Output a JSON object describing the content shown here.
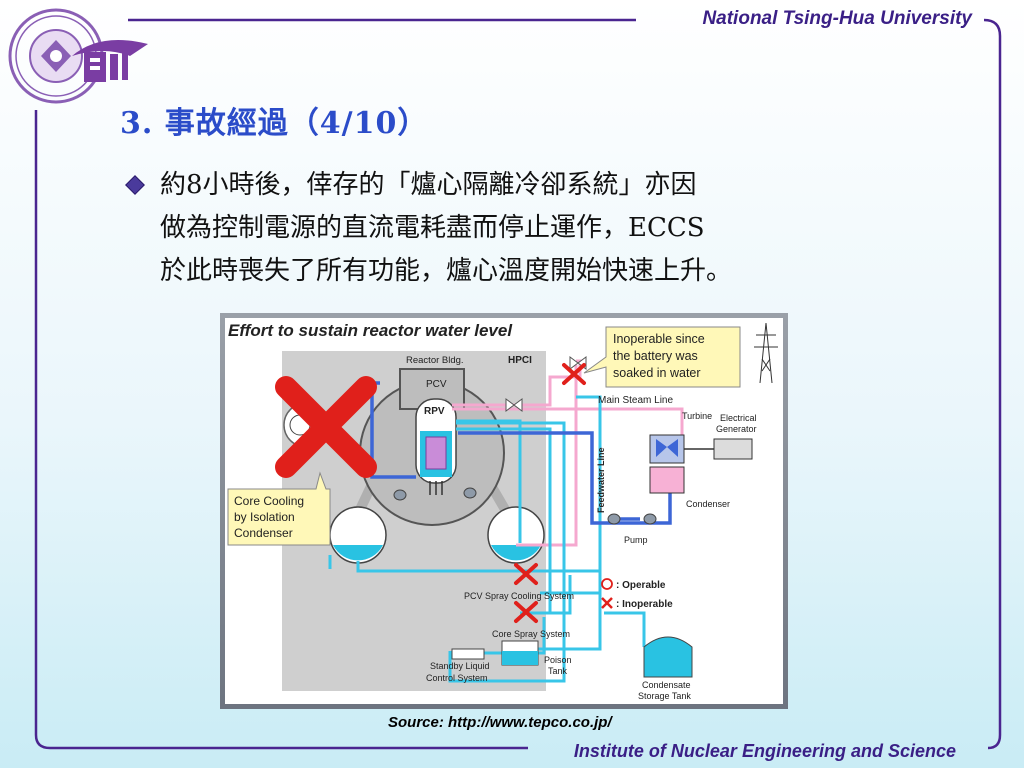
{
  "header": {
    "institution": "National Tsing-Hua University"
  },
  "footer": {
    "institute": "Institute of Nuclear Engineering and Science"
  },
  "slide": {
    "title": "3. 事故經過（4/10）",
    "bullet_lines": [
      "約8小時後，倖存的「爐心隔離冷卻系統」亦因",
      "做為控制電源的直流電耗盡而停止運作，ECCS",
      "於此時喪失了所有功能，爐心溫度開始快速上升。"
    ],
    "source": "Source: http://www.tepco.co.jp/"
  },
  "diagram": {
    "title": "Effort to sustain reactor water level",
    "labels": {
      "reactor_bldg": "Reactor Bldg.",
      "hpci": "HPCI",
      "pcv": "PCV",
      "rpv": "RPV",
      "main_steam_line": "Main Steam Line",
      "turbine": "Turbine",
      "generator_line1": "Electrical",
      "generator_line2": "Generator",
      "feedwater_line": "Feedwater Line",
      "condenser": "Condenser",
      "pump": "Pump",
      "pcv_spray": "PCV Spray Cooling System",
      "core_spray": "Core Spray System",
      "slcs_line1": "Standby Liquid",
      "slcs_line2": "Control System",
      "poison_line1": "Poison",
      "poison_line2": "Tank",
      "cst_line1": "Condensate",
      "cst_line2": "Storage Tank"
    },
    "callouts": {
      "inoperable_line1": "Inoperable since",
      "inoperable_line2": "the battery was",
      "inoperable_line3": "soaked in water",
      "core_cooling_line1": "Core Cooling",
      "core_cooling_line2": "by Isolation",
      "core_cooling_line3": "Condenser"
    },
    "legend": {
      "operable": ": Operable",
      "inoperable": ": Inoperable"
    },
    "colors": {
      "steam_line": "#f5a8cf",
      "water_line": "#38c6e8",
      "feedwater": "#3d66d6",
      "inoperable_mark": "#e0201b",
      "callout_fill": "#fff8b8",
      "building_fill": "#cfcfcf"
    }
  },
  "colors": {
    "title": "#2b4cc9",
    "header_text": "#3a1f86",
    "frame_line": "#4a2590"
  }
}
